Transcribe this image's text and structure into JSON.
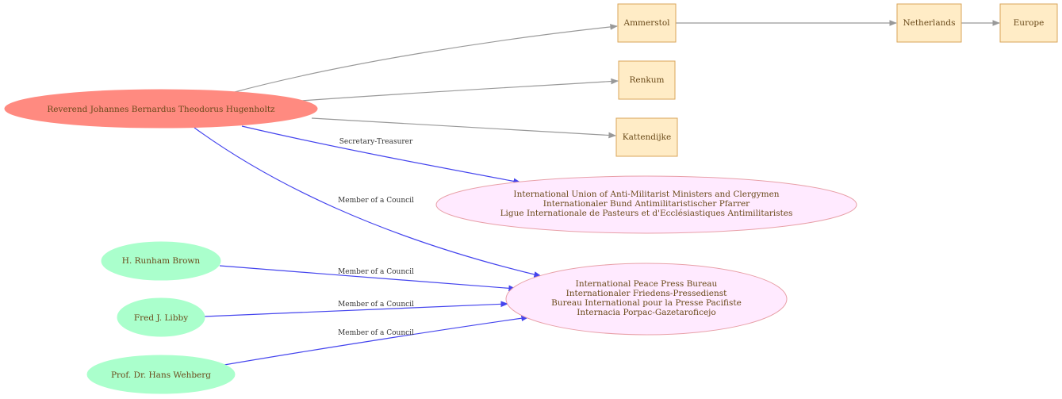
{
  "colors": {
    "person_main_fill": "#ff8a80",
    "person_fill": "#aaffcc",
    "place_fill": "#ffecc6",
    "place_stroke": "#d9a55a",
    "org_fill": "#ffeaff",
    "org_stroke": "#e8a0a8",
    "place_edge": "#999999",
    "relation_edge": "#4444ee"
  },
  "nodes": {
    "hugenholtz": {
      "label": "Reverend Johannes Bernardus Theodorus Hugenholtz"
    },
    "brown": {
      "label": "H. Runham Brown"
    },
    "libby": {
      "label": "Fred J. Libby"
    },
    "wehberg": {
      "label": "Prof. Dr. Hans Wehberg"
    },
    "ammerstol": {
      "label": "Ammerstol"
    },
    "renkum": {
      "label": "Renkum"
    },
    "kattendijke": {
      "label": "Kattendijke"
    },
    "netherlands": {
      "label": "Netherlands"
    },
    "europe": {
      "label": "Europe"
    },
    "union": {
      "lines": [
        "International Union of Anti-Militarist Ministers and Clergymen",
        "Internationaler Bund Antimilitaristischer Pfarrer",
        "Ligue Internationale de Pasteurs et d'Ecclésiastiques Antimilitaristes"
      ]
    },
    "press": {
      "lines": [
        "International Peace Press Bureau",
        "Internationaler Friedens-Pressedienst",
        "Bureau International pour la Presse Pacifiste",
        "Internacia Porpac-Gazetaroficejo"
      ]
    }
  },
  "edges": {
    "secretary_treasurer": "Secretary-Treasurer",
    "council_hugenholtz": "Member of a Council",
    "council_brown": "Member of a Council",
    "council_libby": "Member of a Council",
    "council_wehberg": "Member of a Council"
  }
}
